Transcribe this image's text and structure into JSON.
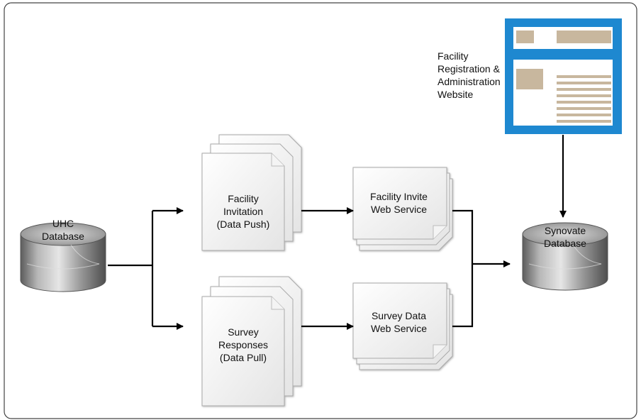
{
  "nodes": {
    "uhc_db": {
      "line1": "UHC",
      "line2": "Database"
    },
    "synovate_db": {
      "line1": "Synovate",
      "line2": "Database"
    },
    "facility_invitation": {
      "line1": "Facility",
      "line2": "Invitation",
      "line3": "(Data Push)"
    },
    "survey_responses": {
      "line1": "Survey",
      "line2": "Responses",
      "line3": "(Data Pull)"
    },
    "facility_invite_ws": {
      "line1": "Facility Invite",
      "line2": "Web Service"
    },
    "survey_data_ws": {
      "line1": "Survey Data",
      "line2": "Web Service"
    },
    "website": {
      "line1": "Facility",
      "line2": "Registration &",
      "line3": "Administration",
      "line4": "Website"
    }
  },
  "colors": {
    "website_frame": "#1e88d0",
    "website_block": "#c8b79e",
    "arrow": "#000000",
    "border": "#444444"
  }
}
